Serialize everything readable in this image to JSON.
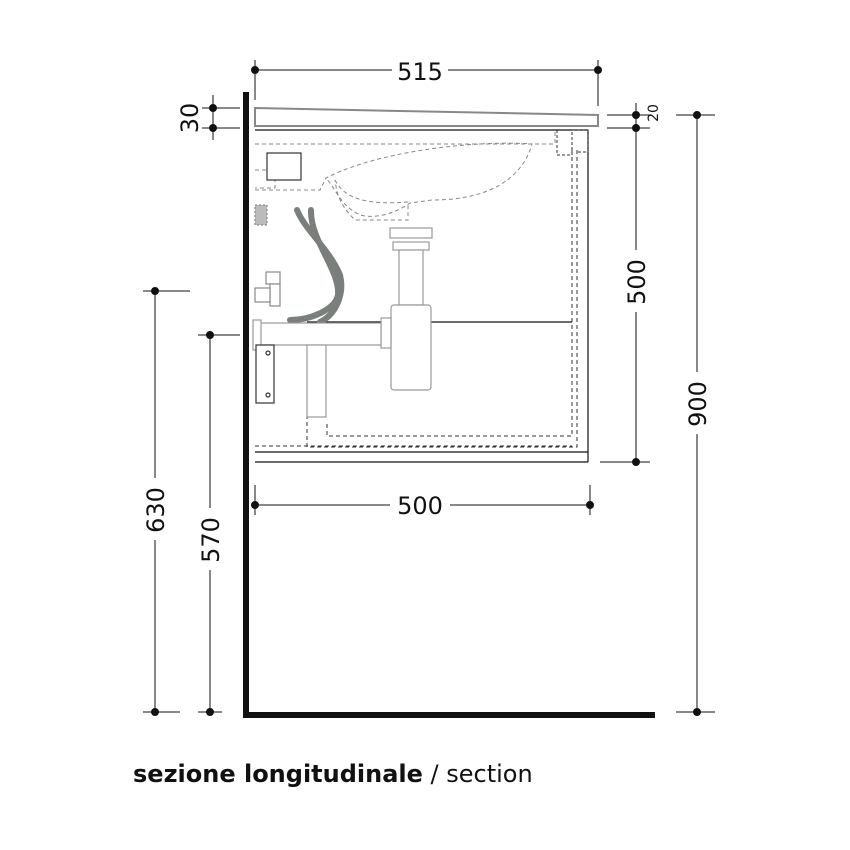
{
  "dimensions": {
    "top_width": "515",
    "countertop_thickness": "30",
    "top_offset": "20",
    "cabinet_height": "500",
    "total_height": "900",
    "hole_height_1": "630",
    "hole_height_2": "570",
    "cabinet_depth": "500"
  },
  "caption": {
    "italian": "sezione longitudinale",
    "separator": " / ",
    "english": "section"
  },
  "colors": {
    "lines": "#111111",
    "hoses": "#7a7f7b",
    "hidden_lines": "#777777"
  }
}
